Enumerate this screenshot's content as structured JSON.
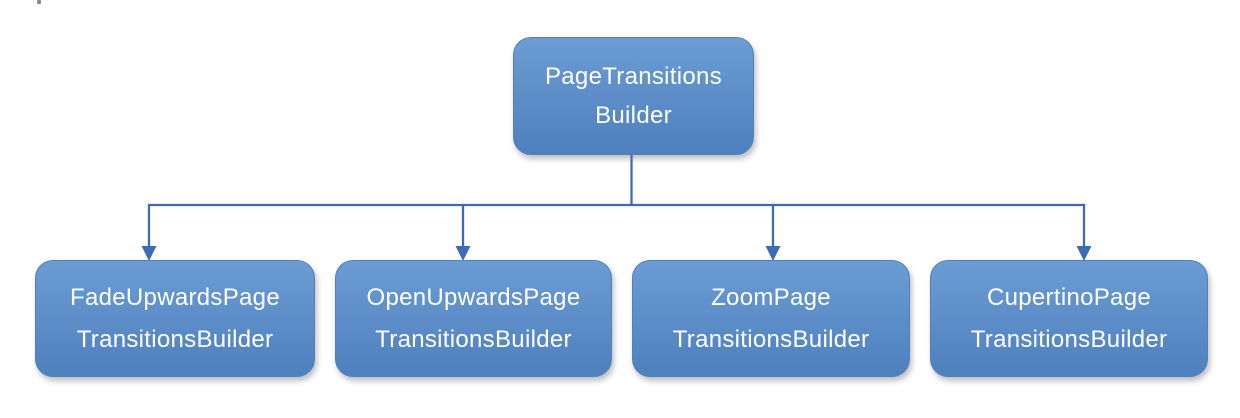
{
  "colors": {
    "background": "#ffffff",
    "box_gradient_top": "#6c9cd3",
    "box_gradient_bottom": "#4e80be",
    "box_border": "#4e81bd",
    "connector": "#3e6bb5",
    "text": "#ffffff"
  },
  "root": {
    "line1": "PageTransitions",
    "line2": "Builder"
  },
  "children": [
    {
      "line1": "FadeUpwardsPage",
      "line2": "TransitionsBuilder"
    },
    {
      "line1": "OpenUpwardsPage",
      "line2": "TransitionsBuilder"
    },
    {
      "line1": "ZoomPage",
      "line2": "TransitionsBuilder"
    },
    {
      "line1": "CupertinoPage",
      "line2": "TransitionsBuilder"
    }
  ]
}
